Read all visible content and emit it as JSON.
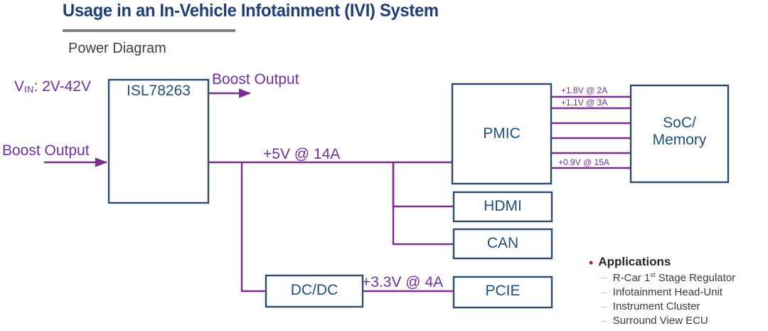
{
  "header": {
    "title": "Usage in an In-Vehicle Infotainment (IVI) System",
    "subtitle": "Power Diagram",
    "title_color": "#1F3E78",
    "rule_color": "#808080"
  },
  "colors": {
    "wire": "#7B2D8E",
    "box_border": "#2E4B6B",
    "box_text": "#1F4E79",
    "label_purple": "#7030A0",
    "bullet_red": "#9E2A2B"
  },
  "blocks": {
    "regulator": {
      "label": "ISL78263"
    },
    "pmic": {
      "label": "PMIC"
    },
    "soc": {
      "label_line1": "SoC/",
      "label_line2": "Memory"
    },
    "hdmi": {
      "label": "HDMI"
    },
    "can": {
      "label": "CAN"
    },
    "dcdc": {
      "label": "DC/DC"
    },
    "pcie": {
      "label": "PCIE"
    }
  },
  "labels": {
    "vin_prefix": "V",
    "vin_sub": "IN",
    "vin_value": ": 2V-42V",
    "boost_output_top": "Boost Output",
    "boost_output_left": "Boost Output",
    "rail_5v": "+5V @ 14A",
    "rail_3v3": "+3.3V @ 4A",
    "rail_1v8": "+1.8V @ 2A",
    "rail_1v1": "+1.1V @ 3A",
    "rail_0v9": "+0.9V @ 15A"
  },
  "applications": {
    "heading": "Applications",
    "items": [
      {
        "pre": "R-Car 1",
        "sup": "st",
        "post": " Stage Regulator"
      },
      {
        "pre": "Infotainment Head-Unit",
        "sup": "",
        "post": ""
      },
      {
        "pre": "Instrument Cluster",
        "sup": "",
        "post": ""
      },
      {
        "pre": "Surround View ECU",
        "sup": "",
        "post": ""
      }
    ]
  }
}
